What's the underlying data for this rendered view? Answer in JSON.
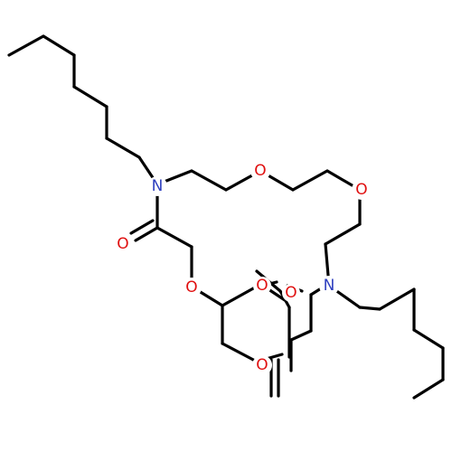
{
  "colors": {
    "background": "#ffffff",
    "bond": "#000000",
    "nitrogen": "#2e3fbf",
    "oxygen": "#e01010"
  },
  "atoms": {
    "n1": "N",
    "n2": "N",
    "o_ether_top1": "O",
    "o_ether_top2": "O",
    "o_carbonyl_left": "O",
    "o_ether_mid_left": "O",
    "o_carbonyl_right": "O",
    "o_ether_mid_right": "O",
    "o_ether_bottom": "O"
  }
}
